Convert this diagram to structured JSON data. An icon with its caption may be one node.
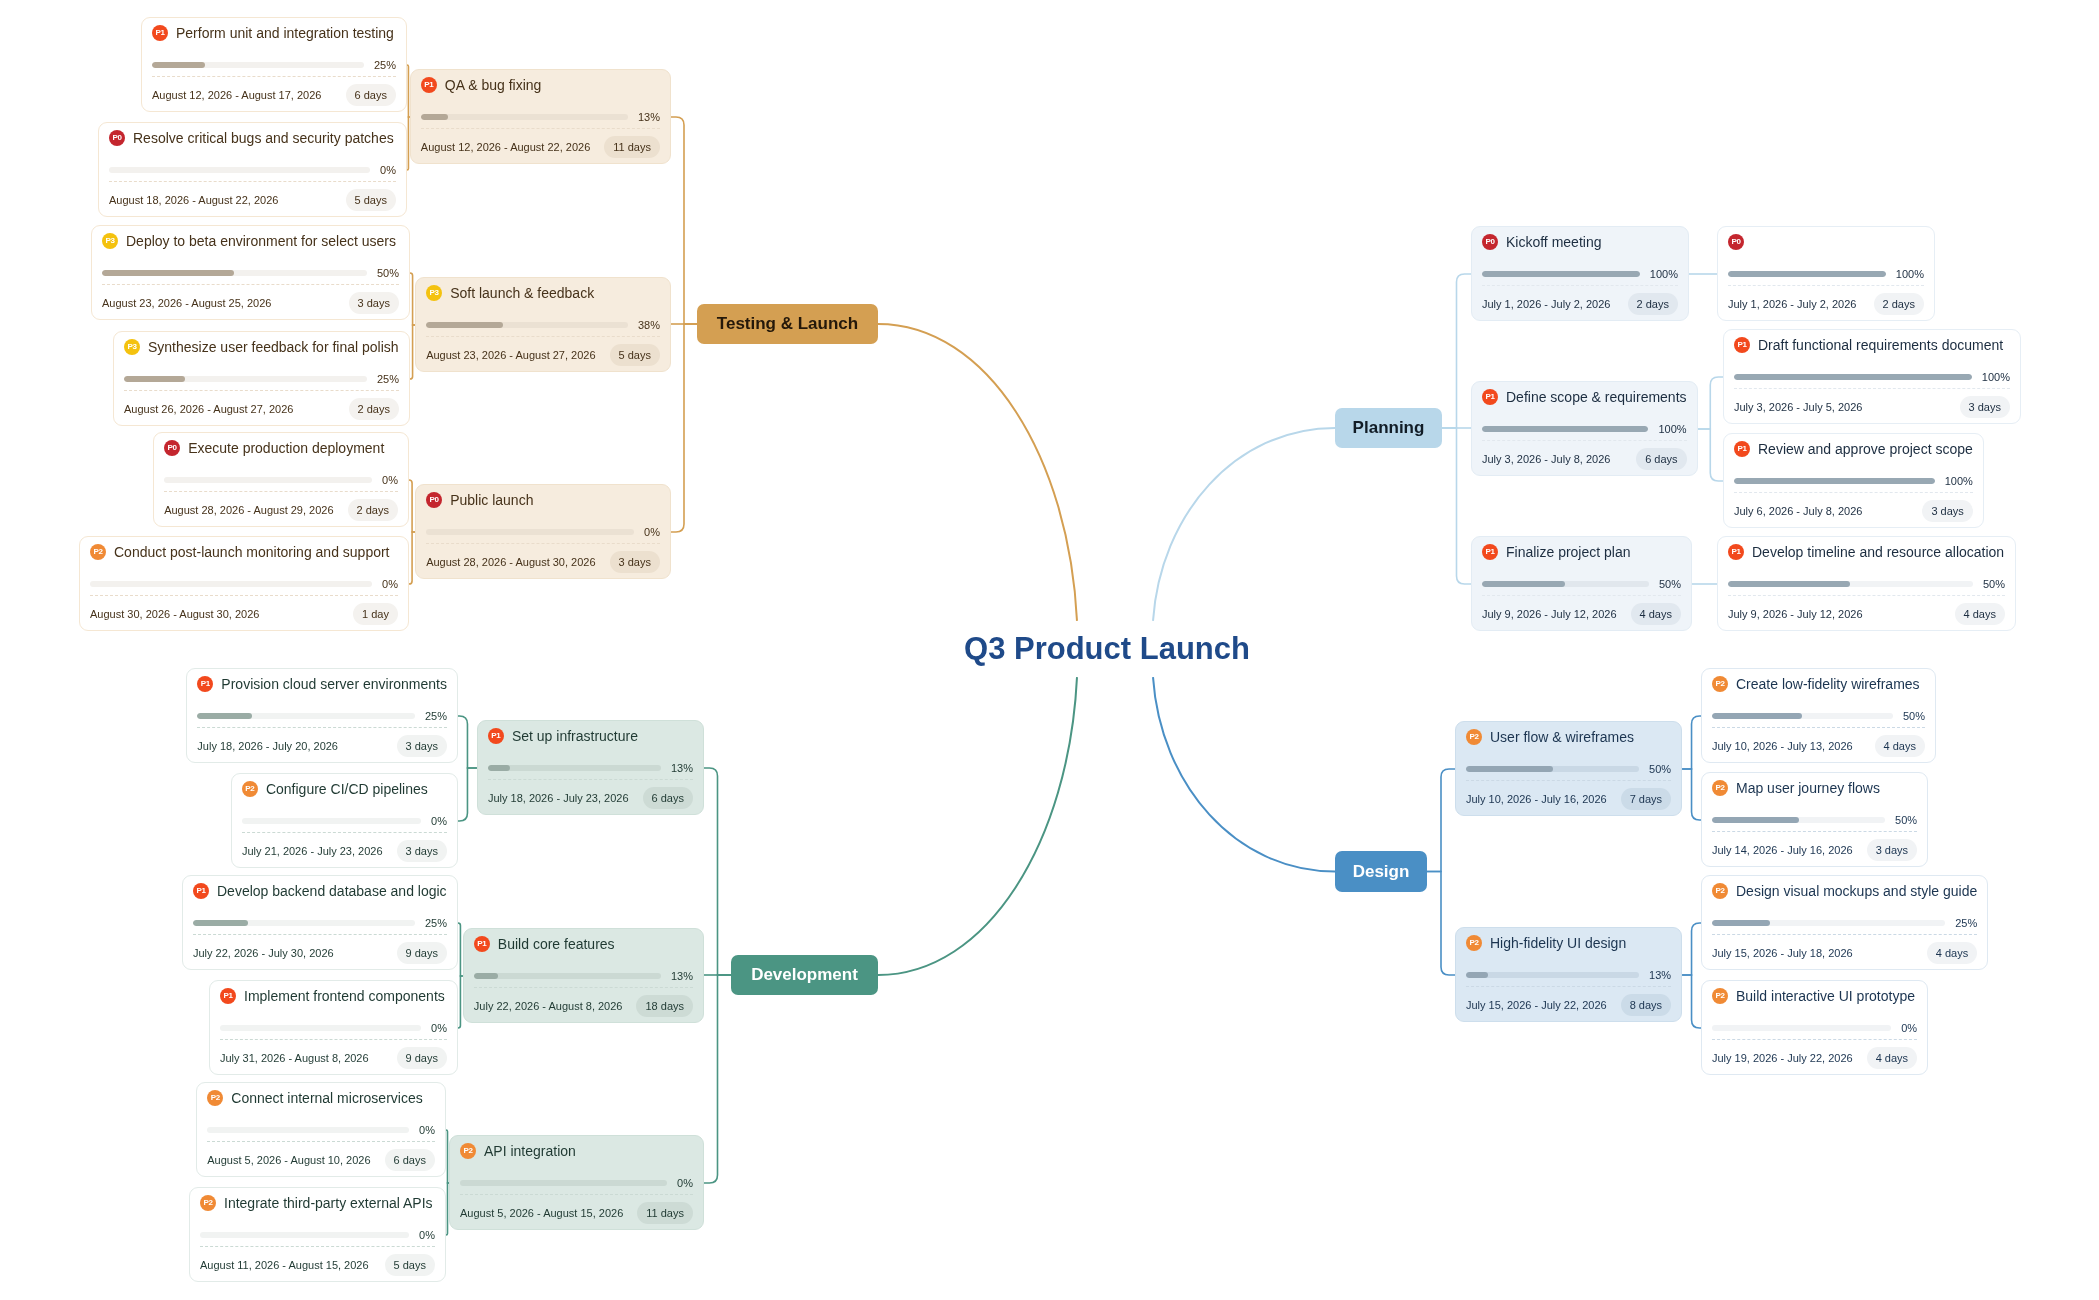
{
  "diagram": {
    "nodes": [
      {
        "text": [
          "Q3 Product Launch"
        ]
      },
      {
        "text": [
          "Testing & Launch"
        ]
      },
      {
        "text": [
          "P1",
          "QA & bug fixing",
          "13%",
          "August 12, 2026 - August 22, 2026",
          "11 days"
        ]
      },
      {
        "text": [
          "P1",
          "Perform unit and integration testing",
          "25%",
          "August 12, 2026 - August 17, 2026",
          "6 days"
        ]
      },
      {
        "text": [
          "P0",
          "Resolve critical bugs and security patches",
          "0%",
          "August 18, 2026 - August 22, 2026",
          "5 days"
        ]
      },
      {
        "text": [
          "P3",
          "Soft launch & feedback",
          "38%",
          "August 23, 2026 - August 27, 2026",
          "5 days"
        ]
      },
      {
        "text": [
          "P3",
          "Deploy to beta environment for select users",
          "50%",
          "August 23, 2026 - August 25, 2026",
          "3 days"
        ]
      },
      {
        "text": [
          "P3",
          "Synthesize user feedback for final polish",
          "25%",
          "August 26, 2026 - August 27, 2026",
          "2 days"
        ]
      },
      {
        "text": [
          "P0",
          "Public launch",
          "0%",
          "August 28, 2026 - August 30, 2026",
          "3 days"
        ]
      },
      {
        "text": [
          "P0",
          "Execute production deployment",
          "0%",
          "August 28, 2026 - August 29, 2026",
          "2 days"
        ]
      },
      {
        "text": [
          "P2",
          "Conduct post-launch monitoring and support",
          "0%",
          "August 30, 2026 - August 30, 2026",
          "1 day"
        ]
      },
      {
        "text": [
          "Planning"
        ]
      },
      {
        "text": [
          "P0",
          "Kickoff meeting",
          "100%",
          "July 1, 2026 - July 2, 2026",
          "2 days"
        ]
      },
      {
        "text": [
          "P0",
          "100%",
          "July 1, 2026 - July 2, 2026",
          "2 days"
        ]
      },
      {
        "text": [
          "P1",
          "Define scope & requirements",
          "100%",
          "July 3, 2026 - July 8, 2026",
          "6 days"
        ]
      },
      {
        "text": [
          "P1",
          "Draft functional requirements document",
          "100%",
          "July 3, 2026 - July 5, 2026",
          "3 days"
        ]
      },
      {
        "text": [
          "P1",
          "Review and approve project scope",
          "100%",
          "July 6, 2026 - July 8, 2026",
          "3 days"
        ]
      },
      {
        "text": [
          "P1",
          "Finalize project plan",
          "50%",
          "July 9, 2026 - July 12, 2026",
          "4 days"
        ]
      },
      {
        "text": [
          "P1",
          "Develop timeline and resource allocation",
          "50%",
          "July 9, 2026 - July 12, 2026",
          "4 days"
        ]
      },
      {
        "text": [
          "Development"
        ]
      },
      {
        "text": [
          "P1",
          "Set up infrastructure",
          "13%",
          "July 18, 2026 - July 23, 2026",
          "6 days"
        ]
      },
      {
        "text": [
          "P1",
          "Provision cloud server environments",
          "25%",
          "July 18, 2026 - July 20, 2026",
          "3 days"
        ]
      },
      {
        "text": [
          "P2",
          "Configure CI/CD pipelines",
          "0%",
          "July 21, 2026 - July 23, 2026",
          "3 days"
        ]
      },
      {
        "text": [
          "P1",
          "Build core features",
          "13%",
          "July 22, 2026 - August 8, 2026",
          "18 days"
        ]
      },
      {
        "text": [
          "P1",
          "Develop backend database and logic",
          "25%",
          "July 22, 2026 - July 30, 2026",
          "9 days"
        ]
      },
      {
        "text": [
          "P1",
          "Implement frontend components",
          "0%",
          "July 31, 2026 - August 8, 2026",
          "9 days"
        ]
      },
      {
        "text": [
          "P2",
          "API integration",
          "0%",
          "August 5, 2026 - August 15, 2026",
          "11 days"
        ]
      },
      {
        "text": [
          "P2",
          "Connect internal microservices",
          "0%",
          "August 5, 2026 - August 10, 2026",
          "6 days"
        ]
      },
      {
        "text": [
          "P2",
          "Integrate third-party external APIs",
          "0%",
          "August 11, 2026 - August 15, 2026",
          "5 days"
        ]
      },
      {
        "text": [
          "Design"
        ]
      },
      {
        "text": [
          "P2",
          "User flow & wireframes",
          "50%",
          "July 10, 2026 - July 16, 2026",
          "7 days"
        ]
      },
      {
        "text": [
          "P2",
          "Create low-fidelity wireframes",
          "50%",
          "July 10, 2026 - July 13, 2026",
          "4 days"
        ]
      },
      {
        "text": [
          "P2",
          "Map user journey flows",
          "50%",
          "July 14, 2026 - July 16, 2026",
          "3 days"
        ]
      },
      {
        "text": [
          "P2",
          "High-fidelity UI design",
          "13%",
          "July 15, 2026 - July 22, 2026",
          "8 days"
        ]
      },
      {
        "text": [
          "P2",
          "Design visual mockups and style guide",
          "25%",
          "July 15, 2026 - July 18, 2026",
          "4 days"
        ]
      },
      {
        "text": [
          "P2",
          "Build interactive UI prototype",
          "0%",
          "July 19, 2026 - July 22, 2026",
          "4 days"
        ]
      }
    ],
    "edges": [
      {
        "from": 0,
        "to": 1,
        "arrow": "none",
        "color": "#d49f52"
      },
      {
        "from": 1,
        "to": 2,
        "arrow": "none",
        "color": "#d49f52"
      },
      {
        "from": 2,
        "to": 3,
        "arrow": "none",
        "color": "#d49f52"
      },
      {
        "from": 2,
        "to": 4,
        "arrow": "none",
        "color": "#d49f52"
      },
      {
        "from": 1,
        "to": 5,
        "arrow": "none",
        "color": "#d49f52"
      },
      {
        "from": 5,
        "to": 6,
        "arrow": "none",
        "color": "#d49f52"
      },
      {
        "from": 5,
        "to": 7,
        "arrow": "none",
        "color": "#d49f52"
      },
      {
        "from": 1,
        "to": 8,
        "arrow": "none",
        "color": "#d49f52"
      },
      {
        "from": 8,
        "to": 9,
        "arrow": "none",
        "color": "#d49f52"
      },
      {
        "from": 8,
        "to": 10,
        "arrow": "none",
        "color": "#d49f52"
      },
      {
        "from": 0,
        "to": 11,
        "arrow": "none",
        "color": "#b8d7ea"
      },
      {
        "from": 11,
        "to": 12,
        "arrow": "none",
        "color": "#b8d7ea"
      },
      {
        "from": 12,
        "to": 13,
        "arrow": "none",
        "color": "#b8d7ea"
      },
      {
        "from": 11,
        "to": 14,
        "arrow": "none",
        "color": "#b8d7ea"
      },
      {
        "from": 14,
        "to": 15,
        "arrow": "none",
        "color": "#b8d7ea"
      },
      {
        "from": 14,
        "to": 16,
        "arrow": "none",
        "color": "#b8d7ea"
      },
      {
        "from": 11,
        "to": 17,
        "arrow": "none",
        "color": "#b8d7ea"
      },
      {
        "from": 17,
        "to": 18,
        "arrow": "none",
        "color": "#b8d7ea"
      },
      {
        "from": 0,
        "to": 19,
        "arrow": "none",
        "color": "#4b9583"
      },
      {
        "from": 19,
        "to": 20,
        "arrow": "none",
        "color": "#4b9583"
      },
      {
        "from": 20,
        "to": 21,
        "arrow": "none",
        "color": "#4b9583"
      },
      {
        "from": 20,
        "to": 22,
        "arrow": "none",
        "color": "#4b9583"
      },
      {
        "from": 19,
        "to": 23,
        "arrow": "none",
        "color": "#4b9583"
      },
      {
        "from": 23,
        "to": 24,
        "arrow": "none",
        "color": "#4b9583"
      },
      {
        "from": 23,
        "to": 25,
        "arrow": "none",
        "color": "#4b9583"
      },
      {
        "from": 19,
        "to": 26,
        "arrow": "none",
        "color": "#4b9583"
      },
      {
        "from": 26,
        "to": 27,
        "arrow": "none",
        "color": "#4b9583"
      },
      {
        "from": 26,
        "to": 28,
        "arrow": "none",
        "color": "#4b9583"
      },
      {
        "from": 0,
        "to": 29,
        "arrow": "none",
        "color": "#4a8fc5"
      },
      {
        "from": 29,
        "to": 30,
        "arrow": "none",
        "color": "#4a8fc5"
      },
      {
        "from": 30,
        "to": 31,
        "arrow": "none",
        "color": "#4a8fc5"
      },
      {
        "from": 30,
        "to": 32,
        "arrow": "none",
        "color": "#4a8fc5"
      },
      {
        "from": 29,
        "to": 33,
        "arrow": "none",
        "color": "#4a8fc5"
      },
      {
        "from": 33,
        "to": 34,
        "arrow": "none",
        "color": "#4a8fc5"
      },
      {
        "from": 33,
        "to": 35,
        "arrow": "none",
        "color": "#4a8fc5"
      }
    ]
  }
}
